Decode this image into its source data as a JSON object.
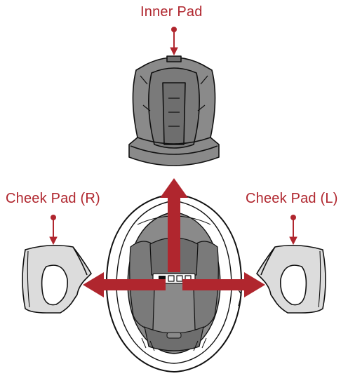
{
  "labels": {
    "inner_pad": "Inner Pad",
    "cheek_pad_right": "Cheek Pad (R)",
    "cheek_pad_left": "Cheek Pad (L)"
  },
  "colors": {
    "accent": "#b0262e",
    "pad_fill": "#8a8a8a",
    "pad_dark": "#6e6e6e",
    "cheek_fill": "#dcdcdc",
    "outline": "#111111",
    "background": "#ffffff"
  }
}
